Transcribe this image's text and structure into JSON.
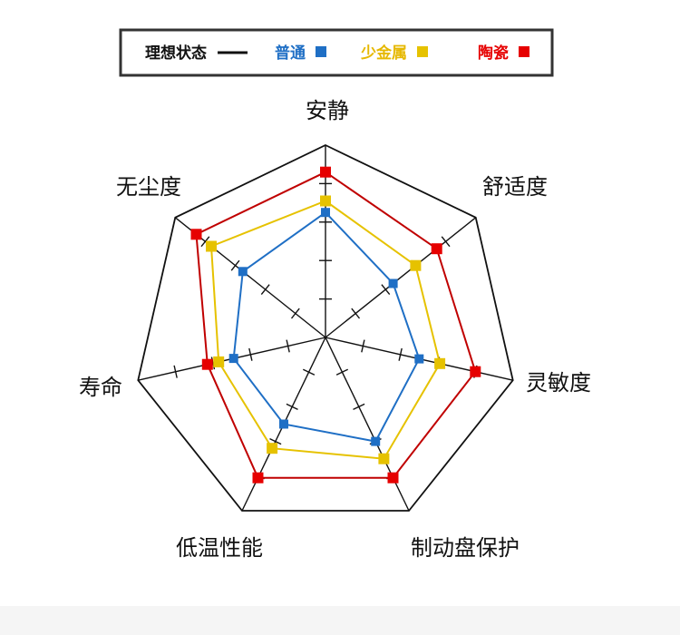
{
  "chart_data": {
    "type": "radar",
    "axes": [
      "安静",
      "舒适度",
      "灵敏度",
      "制动盘保护",
      "低温性能",
      "寿命",
      "无尘度"
    ],
    "range": [
      0,
      10
    ],
    "ticks": [
      2,
      4,
      6,
      8
    ],
    "grid": "outer heptagon with tick marks on spokes",
    "legend_position": "top",
    "series": [
      {
        "name": "理想状态",
        "color": "#111111",
        "marker": "line",
        "values": [
          10,
          10,
          10,
          10,
          10,
          10,
          10
        ]
      },
      {
        "name": "普通",
        "color": "#1f6fc5",
        "marker": "square",
        "values": [
          6.5,
          4.5,
          5,
          6,
          5,
          4.9,
          5.5
        ]
      },
      {
        "name": "少金属",
        "color": "#e6c200",
        "marker": "square",
        "values": [
          7.1,
          6,
          6.1,
          7,
          6.4,
          5.7,
          7.6
        ]
      },
      {
        "name": "陶瓷",
        "color": "#e60000",
        "line_color": "#c00000",
        "marker": "square",
        "values": [
          8.6,
          7.4,
          8,
          8.1,
          8.1,
          6.3,
          8.6
        ]
      }
    ]
  }
}
